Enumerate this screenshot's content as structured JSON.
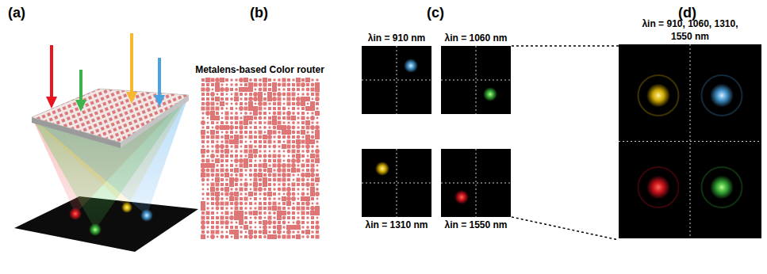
{
  "diagram": {
    "nodes": [
      {
        "text": [
          "Metalens-based Color router"
        ]
      },
      {
        "text": [
          "λin = 910 nm"
        ]
      },
      {
        "text": [
          "λin = 1060 nm"
        ]
      },
      {
        "text": [
          "λin = 1310 nm"
        ]
      },
      {
        "text": [
          "λin = 1550 nm"
        ]
      },
      {
        "text": [
          "λin = 910, 1060, 1310, 1550 nm"
        ]
      }
    ],
    "labels": [
      "(a)",
      "(b)",
      "(c)",
      "(d)"
    ]
  }
}
